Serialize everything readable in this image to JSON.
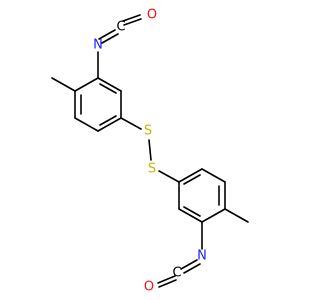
{
  "atoms": {
    "n1": {
      "symbol": "N",
      "color": "#1f1fff"
    },
    "c1": {
      "symbol": "C",
      "color": "#000000"
    },
    "o1": {
      "symbol": "O",
      "color": "#ff0d0d"
    },
    "s1": {
      "symbol": "S",
      "color": "#c8b400"
    },
    "s2": {
      "symbol": "S",
      "color": "#c8b400"
    },
    "n2": {
      "symbol": "N",
      "color": "#1f1fff"
    },
    "c2": {
      "symbol": "C",
      "color": "#000000"
    },
    "o2": {
      "symbol": "O",
      "color": "#ff0d0d"
    }
  }
}
